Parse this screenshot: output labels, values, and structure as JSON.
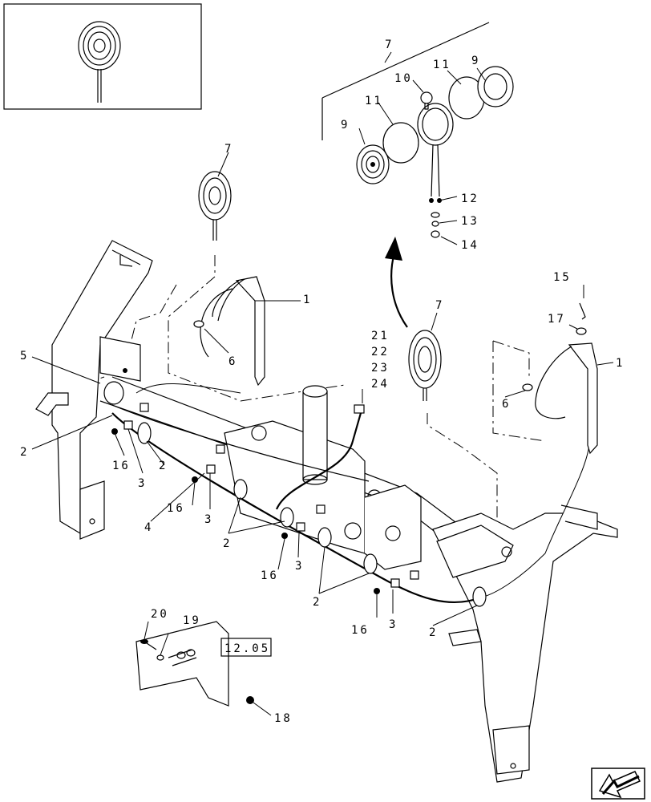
{
  "callouts": {
    "c1a": "1",
    "c1b": "1",
    "c2a": "2",
    "c2b": "2",
    "c2c": "2",
    "c2d": "2",
    "c2e": "2",
    "c3a": "3",
    "c3b": "3",
    "c3c": "3",
    "c3d": "3",
    "c4": "4",
    "c5": "5",
    "c6a": "6",
    "c6b": "6",
    "c7a": "7",
    "c7b": "7",
    "c7c": "7",
    "c9a": "9",
    "c9b": "9",
    "c10": "10",
    "c11a": "11",
    "c11b": "11",
    "c12": "12",
    "c13": "13",
    "c14": "14",
    "c15": "15",
    "c16a": "16",
    "c16b": "16",
    "c16c": "16",
    "c16d": "16",
    "c17": "17",
    "c18": "18",
    "c19": "19",
    "c20": "20",
    "c21": "21",
    "c22": "22",
    "c23": "23",
    "c24": "24"
  },
  "reference_box": "12.05",
  "nav_icon": "next-page-arrow-icon"
}
